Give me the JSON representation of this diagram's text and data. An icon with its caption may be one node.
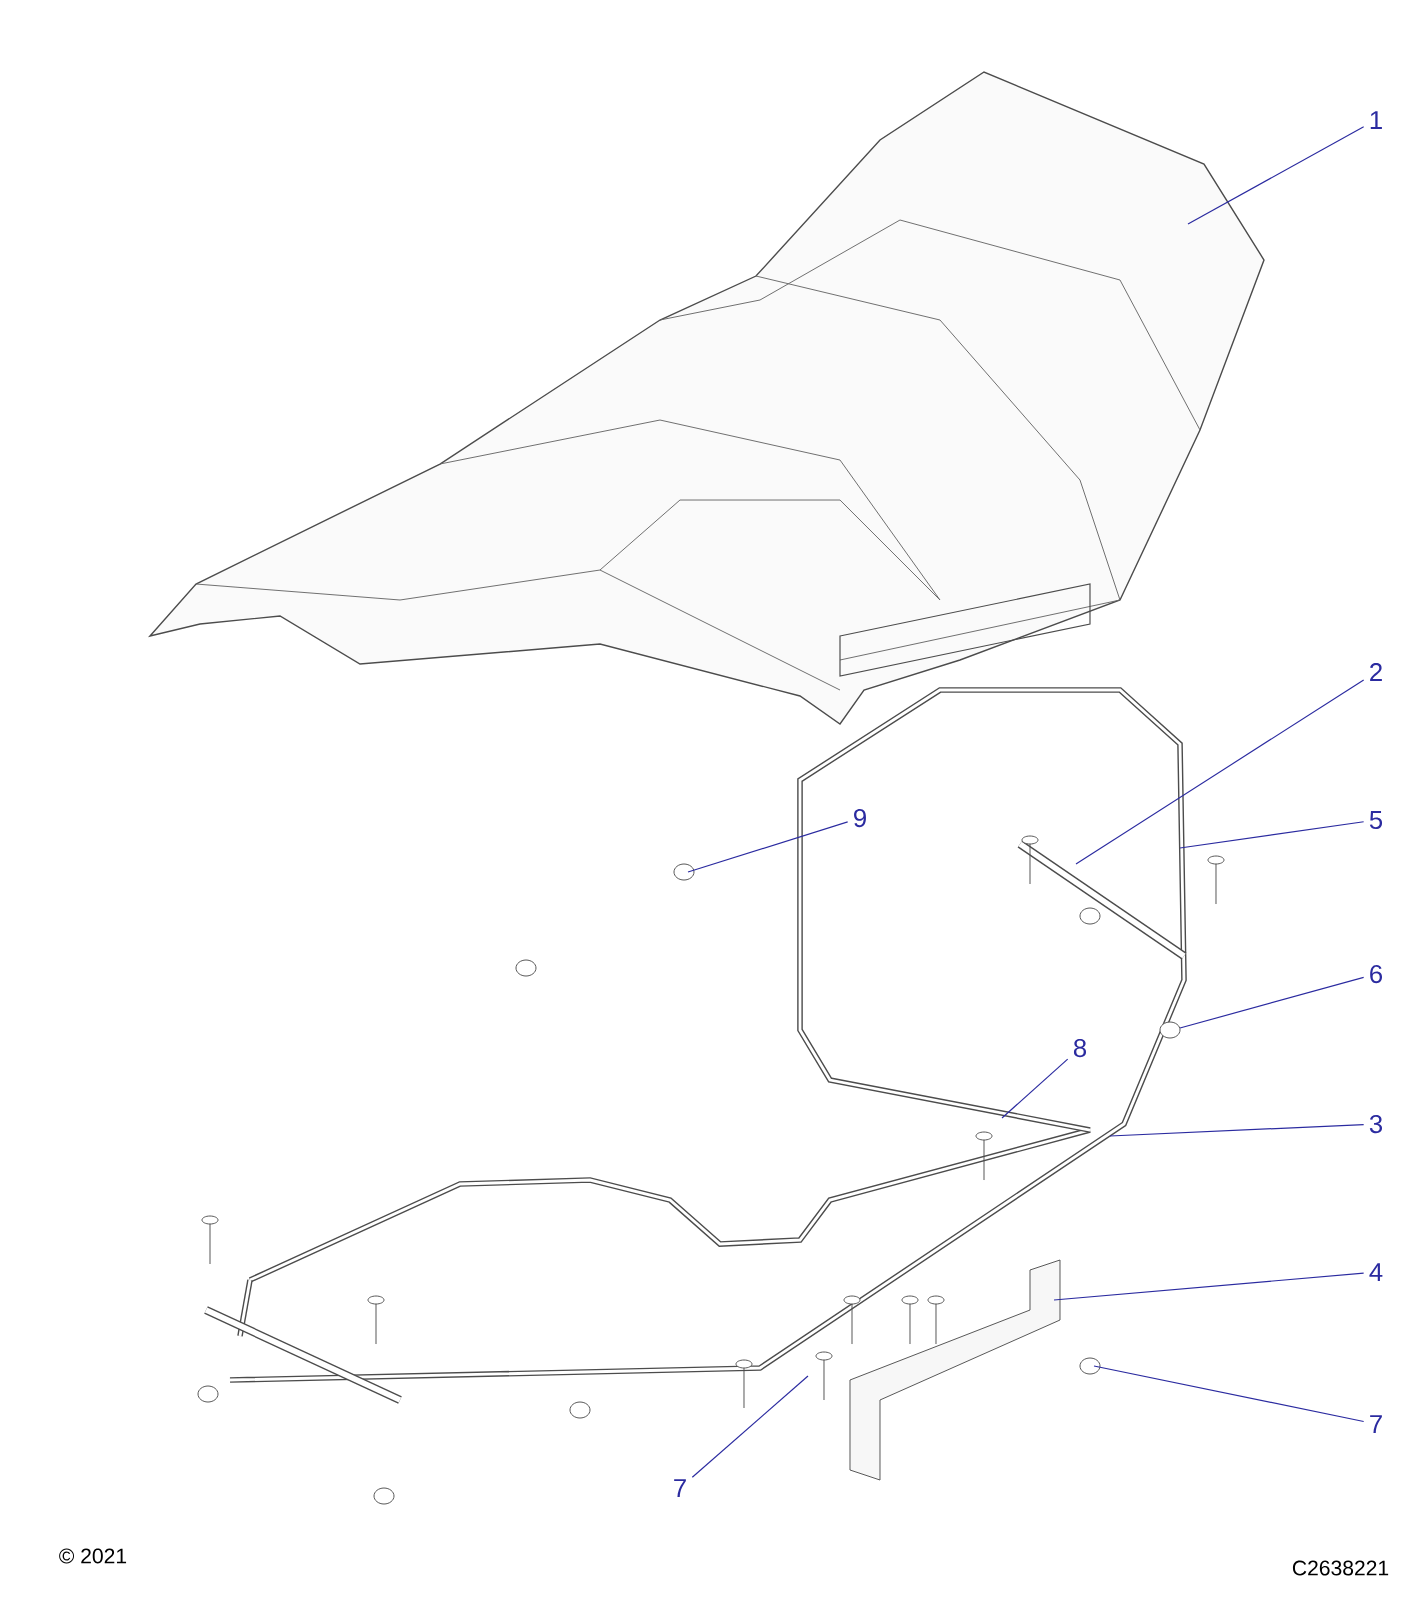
{
  "diagram": {
    "nodes": [
      {
        "text": [
          "1"
        ]
      },
      {
        "text": [
          "2"
        ]
      },
      {
        "text": [
          "9"
        ]
      },
      {
        "text": [
          "5"
        ]
      },
      {
        "text": [
          "6"
        ]
      },
      {
        "text": [
          "8"
        ]
      },
      {
        "text": [
          "3"
        ]
      },
      {
        "text": [
          "4"
        ]
      },
      {
        "text": [
          "7"
        ]
      },
      {
        "text": [
          "7"
        ]
      }
    ],
    "edges": [
      {
        "from": 0,
        "to": null,
        "arrow": "none"
      },
      {
        "from": 1,
        "to": null,
        "arrow": "none"
      },
      {
        "from": 2,
        "to": null,
        "arrow": "none"
      },
      {
        "from": 3,
        "to": null,
        "arrow": "none"
      },
      {
        "from": 4,
        "to": null,
        "arrow": "none"
      },
      {
        "from": 5,
        "to": null,
        "arrow": "none"
      },
      {
        "from": 6,
        "to": null,
        "arrow": "none"
      },
      {
        "from": 7,
        "to": null,
        "arrow": "none"
      },
      {
        "from": 8,
        "to": null,
        "arrow": "none"
      },
      {
        "from": 9,
        "to": null,
        "arrow": "none"
      }
    ],
    "labels": [
      "© 2021",
      "C2638221"
    ]
  }
}
